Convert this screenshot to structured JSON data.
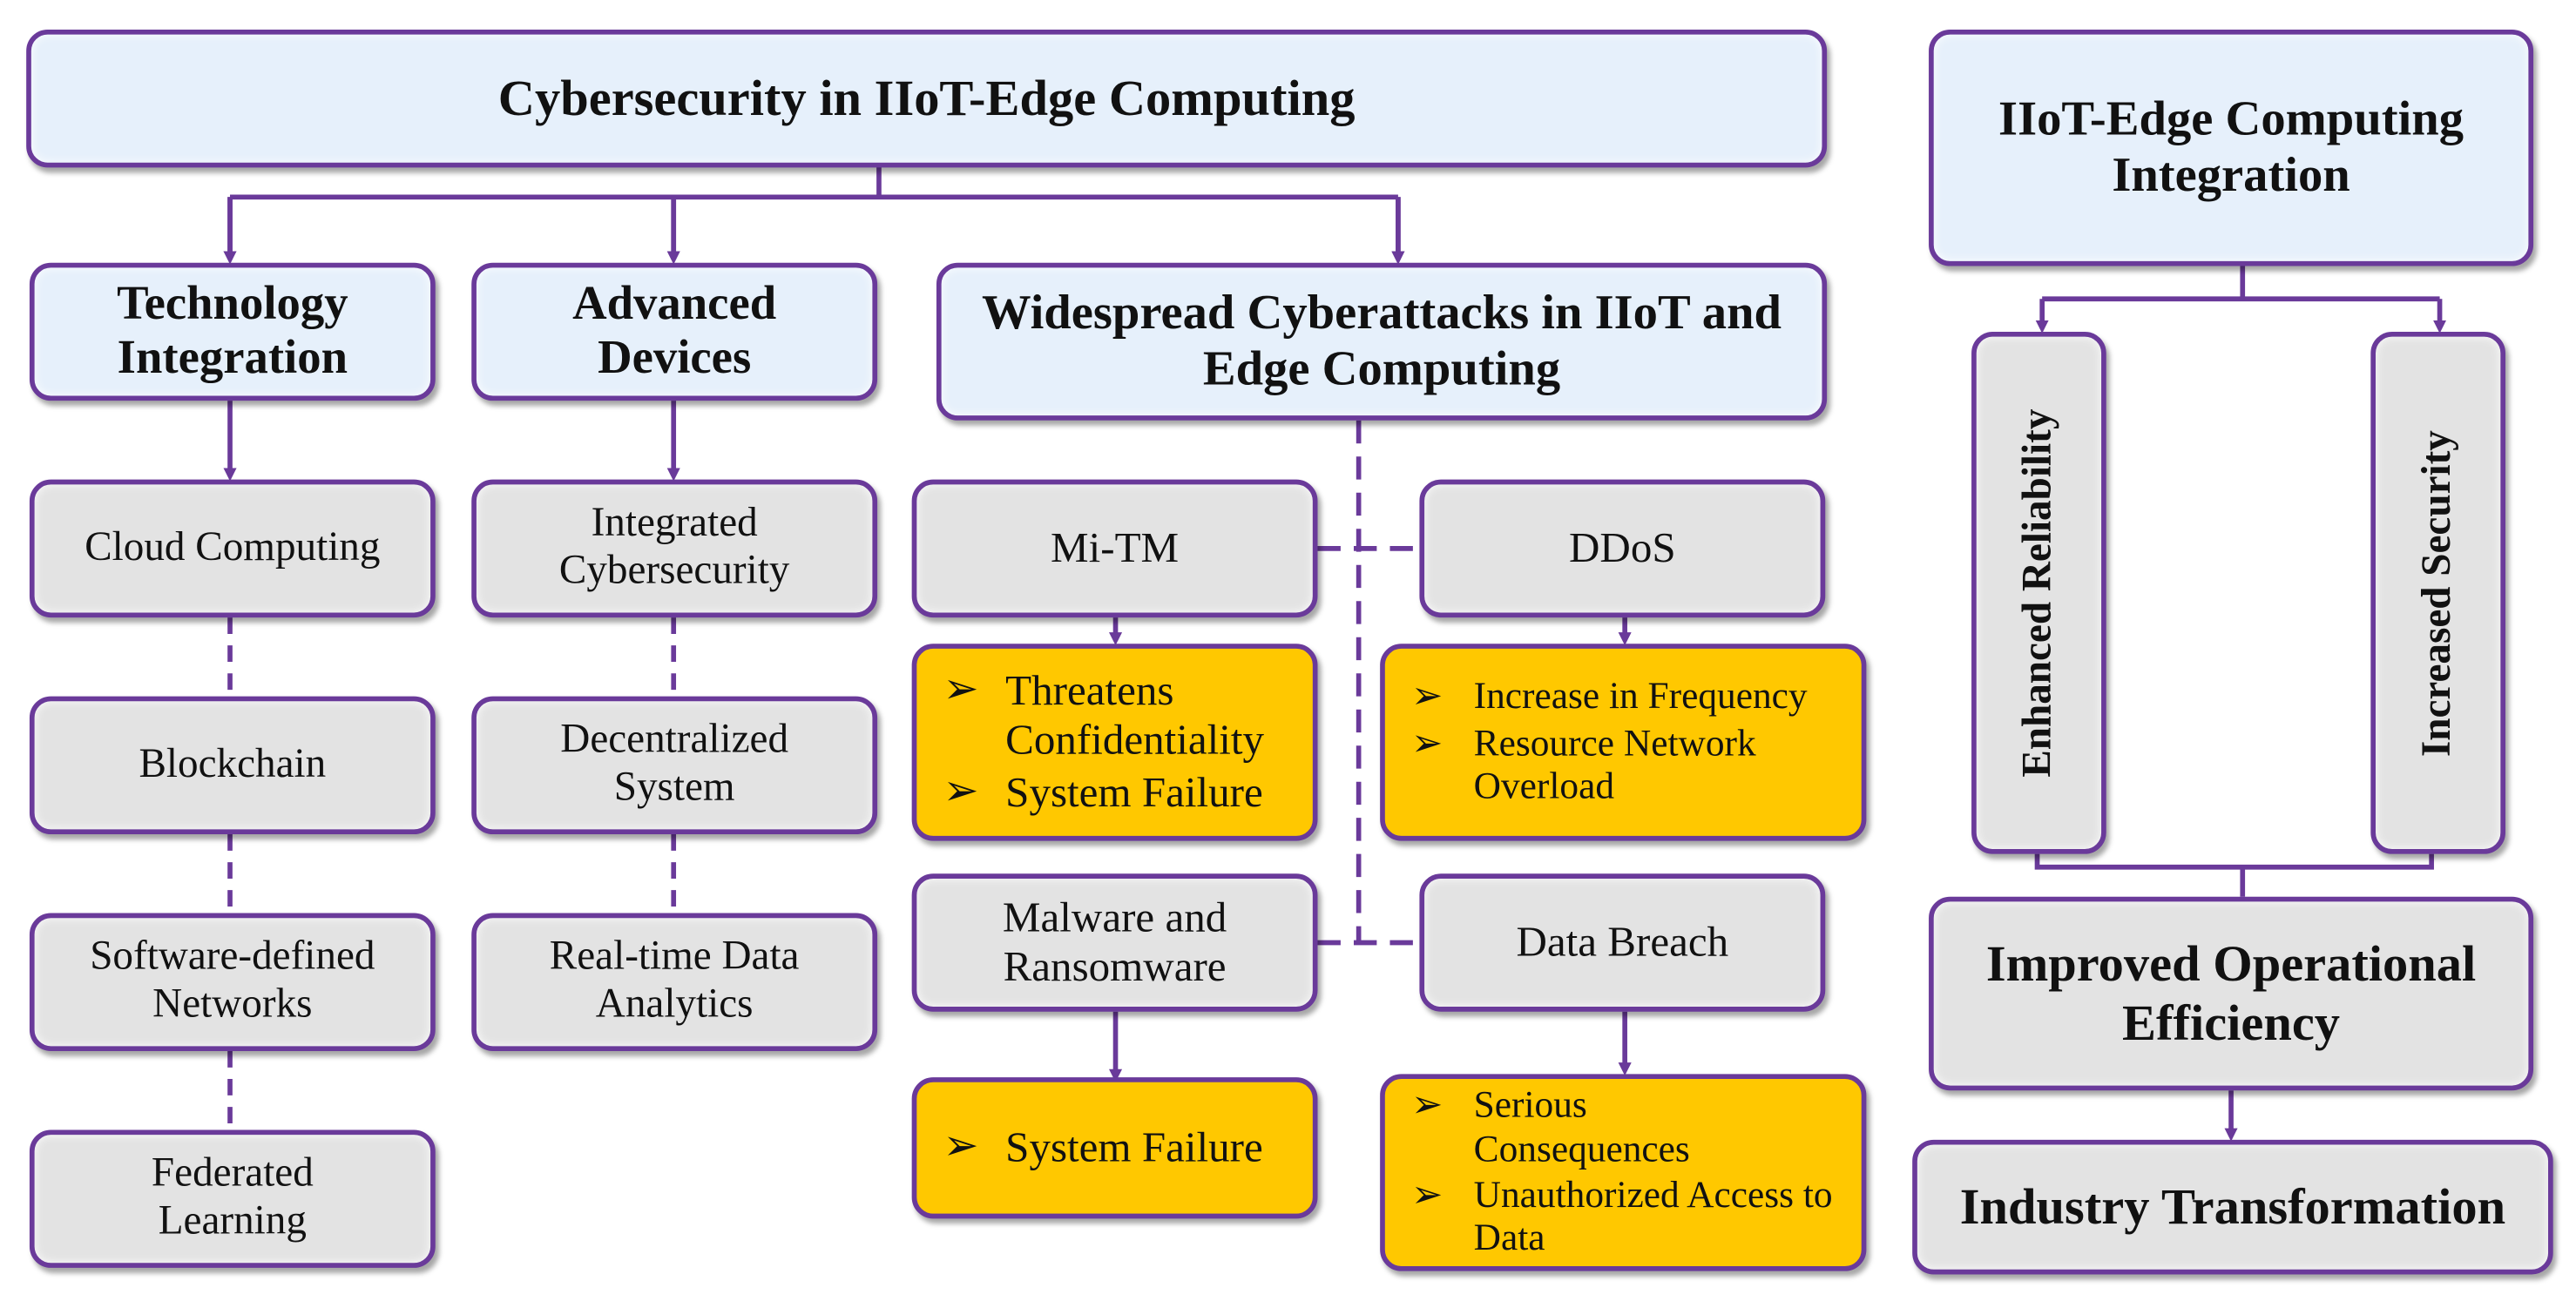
{
  "main_title": "Cybersecurity in IIoT-Edge Computing",
  "technology_integration": {
    "title": "Technology Integration",
    "items": [
      "Cloud Computing",
      "Blockchain",
      "Software-defined Networks",
      "Federated Learning"
    ]
  },
  "advanced_devices": {
    "title": "Advanced Devices",
    "items": [
      "Integrated Cybersecurity",
      "Decentralized System",
      "Real-time Data Analytics"
    ]
  },
  "cyberattacks": {
    "title": "Widespread Cyberattacks in IIoT and Edge Computing",
    "mitm": {
      "label": "Mi-TM",
      "effects": [
        "Threatens Confidentiality",
        "System Failure"
      ]
    },
    "ddos": {
      "label": "DDoS",
      "effects": [
        "Increase in Frequency",
        "Resource Network Overload"
      ]
    },
    "malware": {
      "label": "Malware and Ransomware",
      "effects": [
        "System Failure"
      ]
    },
    "breach": {
      "label": "Data Breach",
      "effects": [
        "Serious Consequences",
        "Unauthorized Access to Data"
      ]
    }
  },
  "integration": {
    "title": "IIoT-Edge Computing Integration",
    "reliability": "Enhanced Reliability",
    "security": "Increased Security",
    "efficiency": "Improved Operational Efficiency",
    "transformation": "Industry Transformation"
  },
  "bullet_symbol": "➢",
  "colors": {
    "border": "#6a3a9a",
    "header_fill": "#e6f0fb",
    "node_fill": "#e3e3e3",
    "effect_fill": "#ffc800"
  }
}
